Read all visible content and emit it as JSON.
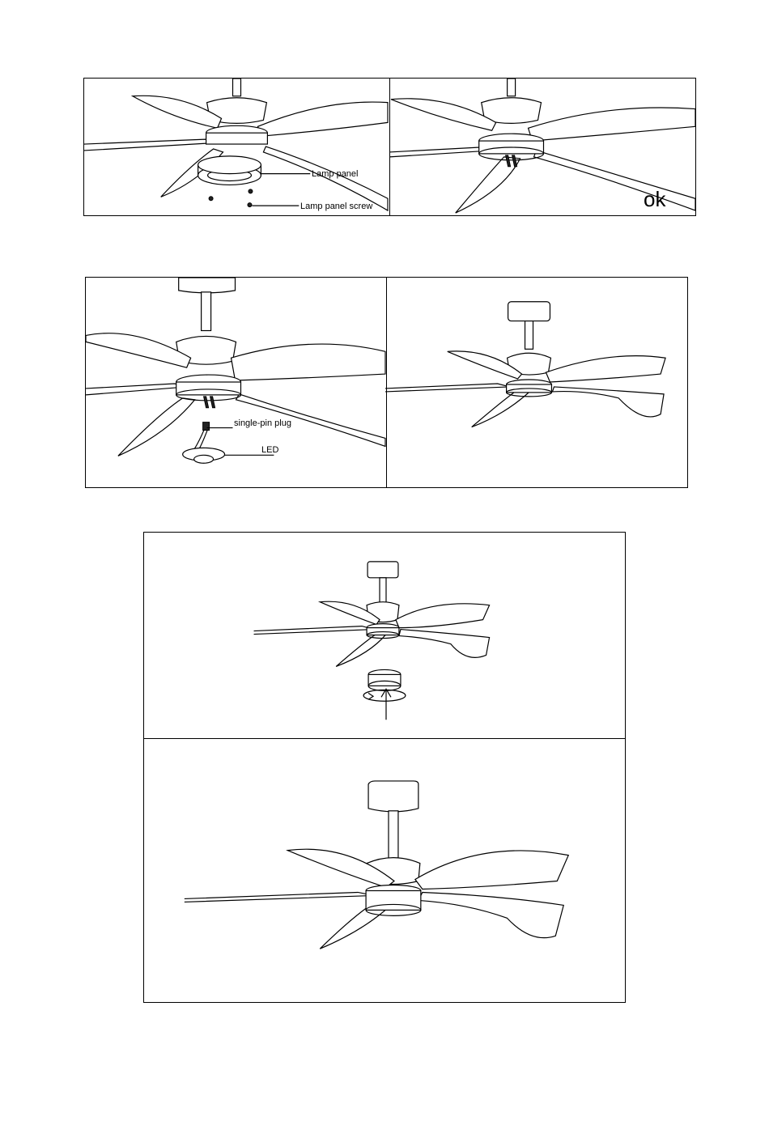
{
  "row1": {
    "left": {
      "lamp_panel_label": "Lamp panel",
      "lamp_panel_screw_label": "Lamp panel screw"
    },
    "right": {
      "ok_label": "ok"
    }
  },
  "row2": {
    "left": {
      "single_pin_plug_label": "single-pin plug",
      "led_label": "LED"
    }
  }
}
